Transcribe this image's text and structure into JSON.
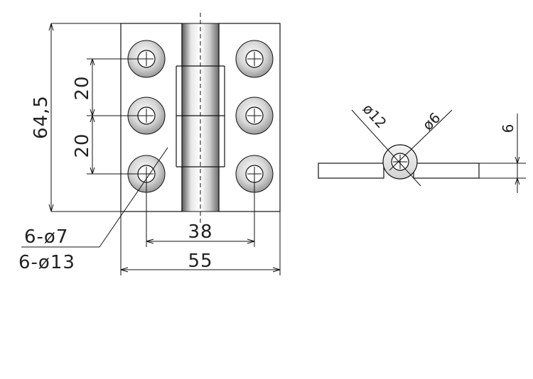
{
  "drawing": {
    "front_view": {
      "overall_height_label": "64,5",
      "overall_width_label": "55",
      "hole_pitch_vertical_labels": [
        "20",
        "20"
      ],
      "hole_spacing_horizontal_label": "38",
      "hole_callouts": [
        "6-ø7",
        "6-ø13"
      ]
    },
    "side_view": {
      "knuckle_outer_label": "ø12",
      "pin_label": "ø6",
      "leaf_thickness_label": "6"
    }
  },
  "colors": {
    "plate_light": "#f2f2f2",
    "plate_mid": "#d8d8d8",
    "plate_dark": "#8a8a8a",
    "line": "#111111"
  }
}
